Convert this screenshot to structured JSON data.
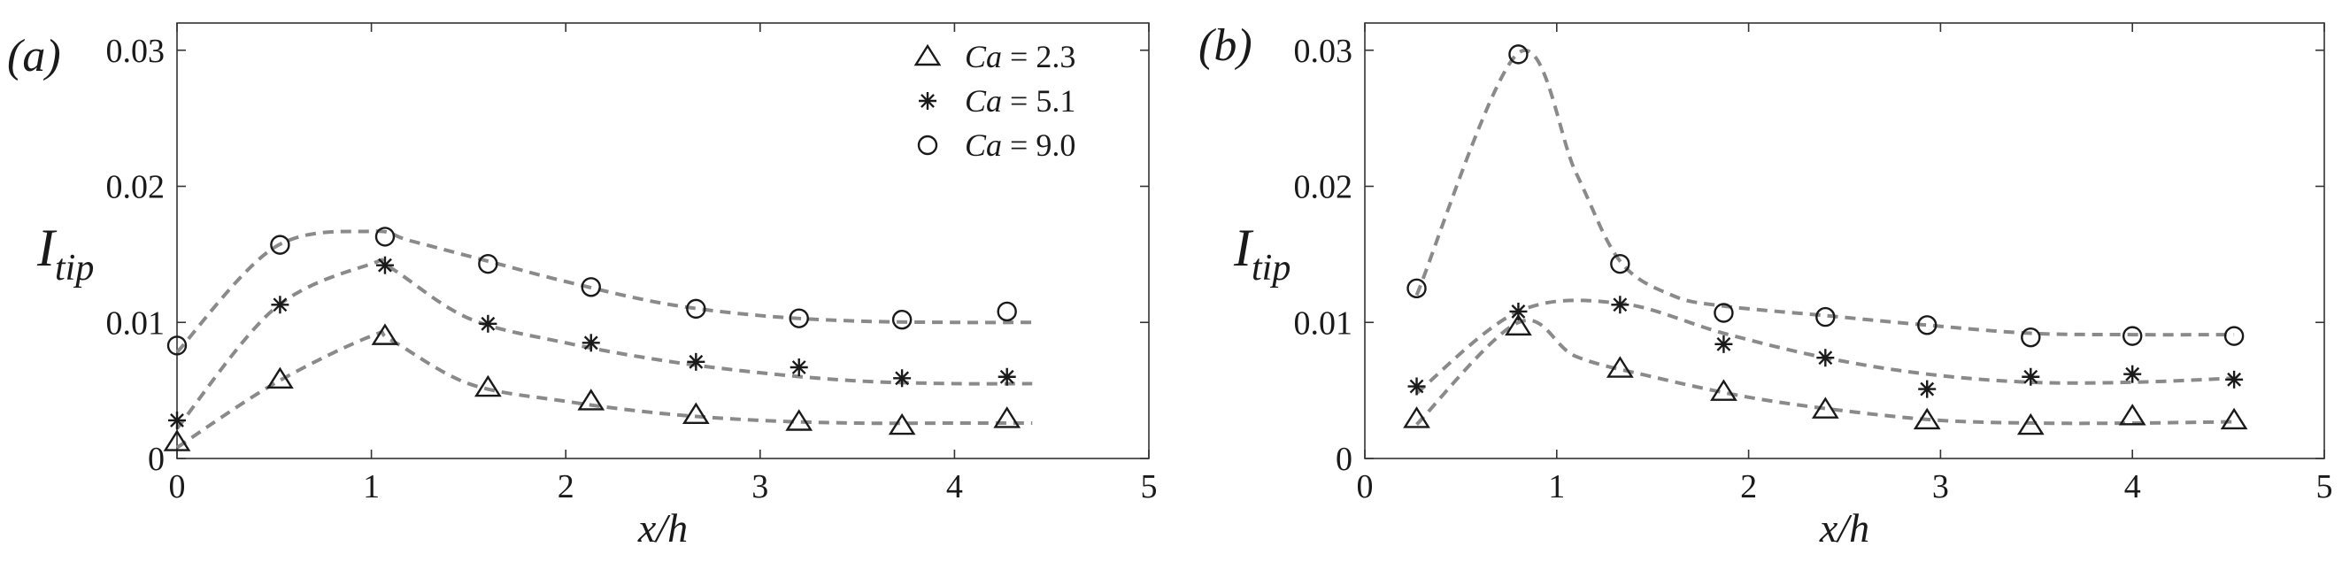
{
  "chart_data": [
    {
      "type": "scatter",
      "panel_label": "(a)",
      "xlabel": "x/h",
      "ylabel": "I",
      "ylabel_sub": "tip",
      "xlim": [
        0,
        5
      ],
      "ylim": [
        0,
        0.032
      ],
      "xticks": [
        0,
        1,
        2,
        3,
        4,
        5
      ],
      "yticks": [
        0,
        0.01,
        0.02,
        0.03
      ],
      "ytick_labels": [
        "0",
        "0.01",
        "0.02",
        "0.03"
      ],
      "grid": false,
      "legend_position": "top-right",
      "series": [
        {
          "name": "Ca = 2.3",
          "marker": "triangle",
          "points": [
            [
              0,
              0.0012
            ],
            [
              0.53,
              0.0058
            ],
            [
              1.07,
              0.009
            ],
            [
              1.6,
              0.0052
            ],
            [
              2.13,
              0.0042
            ],
            [
              2.67,
              0.0032
            ],
            [
              3.2,
              0.0027
            ],
            [
              3.73,
              0.0024
            ],
            [
              4.27,
              0.0029
            ]
          ],
          "fit": [
            [
              0,
              0.0008
            ],
            [
              0.5,
              0.0055
            ],
            [
              1.0,
              0.009
            ],
            [
              1.1,
              0.0087
            ],
            [
              1.5,
              0.0055
            ],
            [
              2.0,
              0.0042
            ],
            [
              2.5,
              0.0033
            ],
            [
              3.0,
              0.0028
            ],
            [
              3.5,
              0.0026
            ],
            [
              4.0,
              0.0026
            ],
            [
              4.4,
              0.0026
            ]
          ]
        },
        {
          "name": "Ca = 5.1",
          "marker": "asterisk",
          "points": [
            [
              0,
              0.0028
            ],
            [
              0.53,
              0.0113
            ],
            [
              1.07,
              0.0142
            ],
            [
              1.6,
              0.0099
            ],
            [
              2.13,
              0.0085
            ],
            [
              2.67,
              0.0071
            ],
            [
              3.2,
              0.0067
            ],
            [
              3.73,
              0.0059
            ],
            [
              4.27,
              0.006
            ]
          ],
          "fit": [
            [
              0,
              0.0022
            ],
            [
              0.5,
              0.011
            ],
            [
              1.0,
              0.0143
            ],
            [
              1.1,
              0.014
            ],
            [
              1.5,
              0.0103
            ],
            [
              2.0,
              0.0085
            ],
            [
              2.5,
              0.0072
            ],
            [
              3.0,
              0.0063
            ],
            [
              3.5,
              0.0057
            ],
            [
              4.0,
              0.0055
            ],
            [
              4.4,
              0.0055
            ]
          ]
        },
        {
          "name": "Ca = 9.0",
          "marker": "circle",
          "points": [
            [
              0,
              0.0083
            ],
            [
              0.53,
              0.0157
            ],
            [
              1.07,
              0.0163
            ],
            [
              1.6,
              0.0143
            ],
            [
              2.13,
              0.0126
            ],
            [
              2.67,
              0.011
            ],
            [
              3.2,
              0.0103
            ],
            [
              3.73,
              0.0102
            ],
            [
              4.27,
              0.0108
            ]
          ],
          "fit": [
            [
              0,
              0.0078
            ],
            [
              0.5,
              0.0155
            ],
            [
              1.0,
              0.0167
            ],
            [
              1.2,
              0.016
            ],
            [
              1.6,
              0.0145
            ],
            [
              2.0,
              0.013
            ],
            [
              2.5,
              0.0114
            ],
            [
              3.0,
              0.0105
            ],
            [
              3.5,
              0.0101
            ],
            [
              4.0,
              0.01
            ],
            [
              4.4,
              0.01
            ]
          ]
        }
      ]
    },
    {
      "type": "scatter",
      "panel_label": "(b)",
      "xlabel": "x/h",
      "ylabel": "I",
      "ylabel_sub": "tip",
      "xlim": [
        0,
        5
      ],
      "ylim": [
        0,
        0.032
      ],
      "xticks": [
        0,
        1,
        2,
        3,
        4,
        5
      ],
      "yticks": [
        0,
        0.01,
        0.02,
        0.03
      ],
      "ytick_labels": [
        "0",
        "0.01",
        "0.02",
        "0.03"
      ],
      "grid": false,
      "series": [
        {
          "name": "Ca = 2.3",
          "marker": "triangle",
          "points": [
            [
              0.27,
              0.0029
            ],
            [
              0.8,
              0.0097
            ],
            [
              1.33,
              0.0066
            ],
            [
              1.87,
              0.0049
            ],
            [
              2.4,
              0.0036
            ],
            [
              2.93,
              0.0028
            ],
            [
              3.47,
              0.0024
            ],
            [
              4.0,
              0.0031
            ],
            [
              4.53,
              0.0028
            ]
          ],
          "fit": [
            [
              0.27,
              0.0025
            ],
            [
              0.8,
              0.01
            ],
            [
              1.1,
              0.0075
            ],
            [
              1.5,
              0.006
            ],
            [
              2.0,
              0.0045
            ],
            [
              2.5,
              0.0035
            ],
            [
              3.0,
              0.0028
            ],
            [
              3.5,
              0.0026
            ],
            [
              4.0,
              0.0026
            ],
            [
              4.53,
              0.0027
            ]
          ]
        },
        {
          "name": "Ca = 5.1",
          "marker": "asterisk",
          "points": [
            [
              0.27,
              0.0053
            ],
            [
              0.8,
              0.0108
            ],
            [
              1.33,
              0.0113
            ],
            [
              1.87,
              0.0084
            ],
            [
              2.4,
              0.0074
            ],
            [
              2.93,
              0.0051
            ],
            [
              3.47,
              0.006
            ],
            [
              4.0,
              0.0062
            ],
            [
              4.53,
              0.0058
            ]
          ],
          "fit": [
            [
              0.27,
              0.0048
            ],
            [
              0.8,
              0.0108
            ],
            [
              1.33,
              0.0114
            ],
            [
              1.87,
              0.0092
            ],
            [
              2.4,
              0.0074
            ],
            [
              2.93,
              0.0062
            ],
            [
              3.47,
              0.0056
            ],
            [
              4.0,
              0.0056
            ],
            [
              4.53,
              0.0059
            ]
          ]
        },
        {
          "name": "Ca = 9.0",
          "marker": "circle",
          "points": [
            [
              0.27,
              0.0125
            ],
            [
              0.8,
              0.0297
            ],
            [
              1.33,
              0.0143
            ],
            [
              1.87,
              0.0107
            ],
            [
              2.4,
              0.0104
            ],
            [
              2.93,
              0.0098
            ],
            [
              3.47,
              0.0089
            ],
            [
              4.0,
              0.009
            ],
            [
              4.53,
              0.009
            ]
          ],
          "fit": [
            [
              0.27,
              0.012
            ],
            [
              0.8,
              0.0298
            ],
            [
              1.1,
              0.021
            ],
            [
              1.33,
              0.0145
            ],
            [
              1.6,
              0.012
            ],
            [
              1.87,
              0.0112
            ],
            [
              2.4,
              0.0105
            ],
            [
              2.93,
              0.0098
            ],
            [
              3.47,
              0.0092
            ],
            [
              4.0,
              0.0091
            ],
            [
              4.53,
              0.0091
            ]
          ]
        }
      ]
    }
  ],
  "legend": [
    {
      "symbol": "triangle",
      "var": "Ca",
      "text": " = 2.3"
    },
    {
      "symbol": "asterisk",
      "var": "Ca",
      "text": " = 5.1"
    },
    {
      "symbol": "circle",
      "var": "Ca",
      "text": " = 9.0"
    }
  ],
  "colors": {
    "axis": "#333333",
    "marker": "#1a1a1a",
    "fit": "#8a8a8a"
  }
}
